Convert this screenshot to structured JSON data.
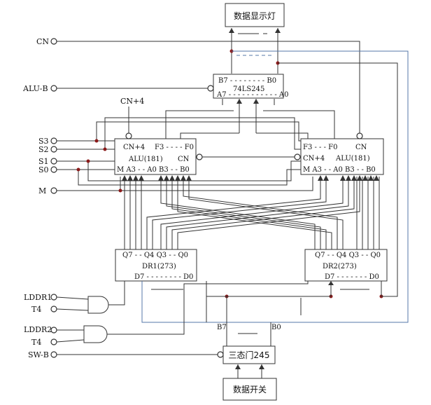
{
  "inputs": {
    "cn": "CN",
    "alu_b": "ALU-B",
    "cn4": "CN+4",
    "s3": "S3",
    "s2": "S2",
    "s1": "S1",
    "s0": "S0",
    "m": "M",
    "lddr1": "LDDR1",
    "t4_a": "T4",
    "lddr2": "LDDR2",
    "t4_b": "T4",
    "sw_b": "SW-B"
  },
  "display": {
    "title": "数据显示灯"
  },
  "buffer245": {
    "top": "B7 - - - - - - - - B0",
    "name": "74LS245",
    "bottom": "A7 - - - - - - - - - - - A0"
  },
  "alu_left": {
    "cn4": "CN+4",
    "f": "F3 - - - - F0",
    "name": "ALU(181)",
    "cn": "CN",
    "bottom": "M A3 - - A0 B3 - - B0"
  },
  "alu_right": {
    "f": "F3 - - - F0",
    "cn": "CN",
    "cn4": "CN+4",
    "name": "ALU(181)",
    "bottom": "M A3 - - A0 B3 - - B0"
  },
  "dr1": {
    "top": "Q7 - - Q4  Q3 - - Q0",
    "name": "DR1(273)",
    "bottom": "D7 - - - - - - - - D0"
  },
  "dr2": {
    "top": "Q7 - - Q4  Q3 - - Q0",
    "name": "DR2(273)",
    "bottom": "D7 - - - - - - - D0"
  },
  "tristate": {
    "b7": "B7",
    "b0": "B0",
    "name": "三态门245"
  },
  "switch": {
    "title": "数据开关"
  }
}
